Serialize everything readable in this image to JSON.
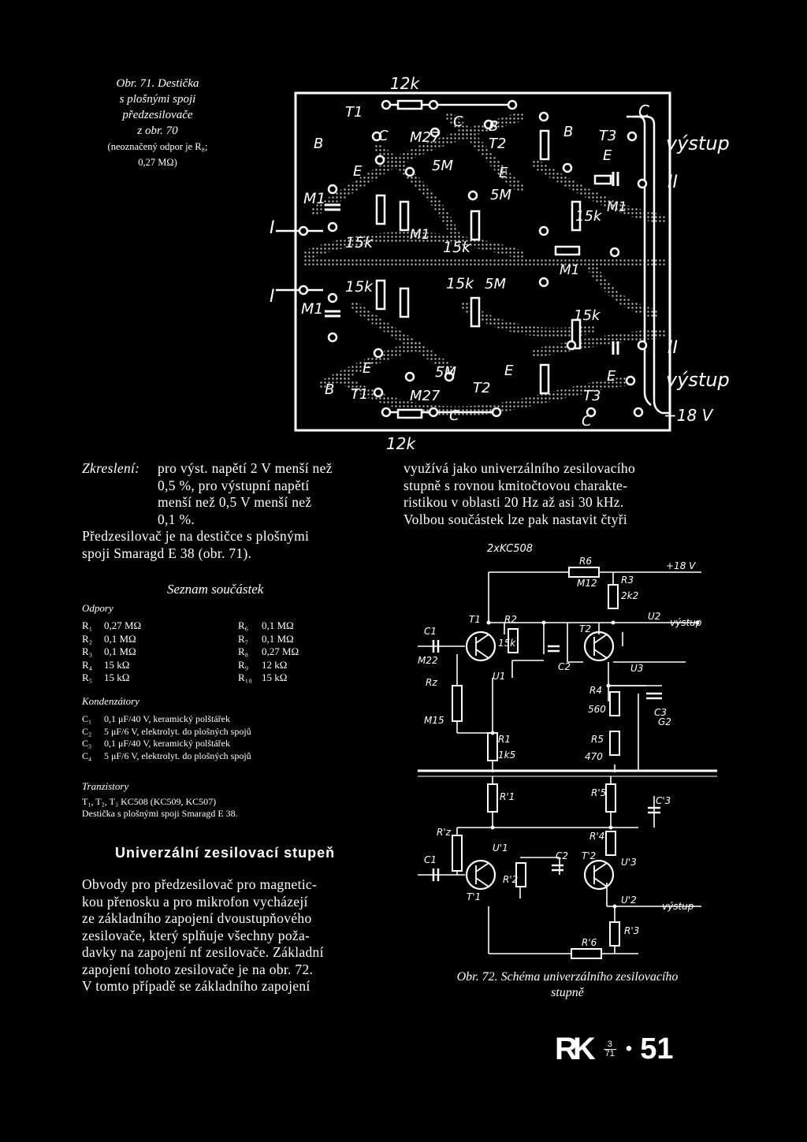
{
  "fig71": {
    "caption_line1": "Obr. 71. Destička",
    "caption_line2": "s plošnými spoji",
    "caption_line3": "předzesilovače",
    "caption_line4": "z obr. 70",
    "caption_note1": "(neoznačený odpor je R₈;",
    "caption_note2": "0,27 MΩ)",
    "labels": {
      "top_12k": "12k",
      "bottom_12k": "12k",
      "vystup_top": "výstup",
      "vystup_bottom": "výstup",
      "out_II_top": "II",
      "out_II_bottom": "II",
      "in_I_top": "I",
      "in_I_bottom": "I",
      "plus18": "+18 V",
      "m1": "M1",
      "k15": "15k",
      "m27": "M27",
      "m5": "5M",
      "t1": "T1",
      "t2": "T2",
      "t3": "T3",
      "b": "B",
      "c": "C",
      "e": "E"
    }
  },
  "left_column": {
    "zkresleni_label": "Zkreslení:",
    "zkresleni_lines": [
      "pro výst. napětí 2 V menší než",
      "0,5 %, pro výstupní napětí",
      "menší než 0,5 V menší než",
      "0,1 %."
    ],
    "predzesilovac_lines": [
      "Předzesilovač je na destičce s plošnými",
      "spoji Smaragd E 38 (obr. 71)."
    ],
    "seznam_title": "Seznam součástek",
    "odpory_title": "Odpory",
    "odpory": [
      {
        "l": "R₁",
        "lv": "0,27 MΩ",
        "r": "R₆",
        "rv": "0,1 MΩ"
      },
      {
        "l": "R₂",
        "lv": "0,1 MΩ",
        "r": "R₇",
        "rv": "0,1 MΩ"
      },
      {
        "l": "R₃",
        "lv": "0,1 MΩ",
        "r": "R₈",
        "rv": "0,27 MΩ"
      },
      {
        "l": "R₄",
        "lv": "15 kΩ",
        "r": "R₉",
        "rv": "12 kΩ"
      },
      {
        "l": "R₅",
        "lv": "15 kΩ",
        "r": "R₁₀",
        "rv": "15 kΩ"
      }
    ],
    "kondenzatory_title": "Kondenzátory",
    "kondenzatory": [
      {
        "n": "C₁",
        "v": "0,1 μF/40 V, keramický polštářek"
      },
      {
        "n": "C₂",
        "v": "5 μF/6 V, elektrolyt. do plošných spojů"
      },
      {
        "n": "C₃",
        "v": "0,1 μF/40 V, keramický polštářek"
      },
      {
        "n": "C₄",
        "v": "5 μF/6 V, elektrolyt. do plošných spojů"
      }
    ],
    "tranzistory_title": "Tranzistory",
    "tranzistory_line": "T₁, T₂, T₃  KC508 (KC509, KC507)",
    "desticka_line": "Destička s plošnými spoji Smaragd E 38.",
    "section_title": "Univerzální zesilovací stupeň",
    "paragraph_lines": [
      "Obvody pro předzesilovač pro magnetic-",
      "kou přenosku a pro mikrofon vycházejí",
      "ze základního zapojení dvoustupňového",
      "zesilovače, který splňuje všechny poža-",
      "davky na zapojení nf zesilovače. Základní",
      "zapojení tohoto zesilovače je na obr. 72.",
      "V tomto případě se základního zapojení"
    ]
  },
  "right_column": {
    "paragraph_lines": [
      "využívá jako univerzálního zesilovacího",
      "stupně s rovnou kmitočtovou charakte-",
      "ristikou v oblasti 20 Hz až asi 30 kHz.",
      "Volbou součástek lze pak nastavit čtyři"
    ],
    "schematic_labels": {
      "kc508": "2xKC508",
      "r6": "R6",
      "m12": "M12",
      "r3": "R3",
      "k2k2": "2k2",
      "plus18": "+18 V",
      "u2": "U2",
      "vystup1": "výstup",
      "c1": "C1",
      "m22": "M22",
      "t1": "T1",
      "r2": "R2",
      "k15": "15k",
      "t2": "T2",
      "c2": "C2",
      "rz": "Rz",
      "m15": "M15",
      "u1": "U1",
      "r4": "R4",
      "u3": "U3",
      "k560": "560",
      "c3": "C3",
      "g2": "G2",
      "r1": "R1",
      "k1k5": "1k5",
      "r5": "R5",
      "k470": "470",
      "r1p": "R'1",
      "r5p": "R'5",
      "c3p": "C'3",
      "rzp": "R'z",
      "r4p": "R'4",
      "u1p": "U'1",
      "c1p": "C1",
      "t2p": "T'2",
      "u3p": "U'3",
      "r2p": "R'2",
      "c2p": "C2",
      "t1p": "T'1",
      "u2p": "U'2",
      "vystup2": "výstup",
      "r3p": "R'3",
      "r6p": "R'6"
    },
    "caption_line1": "Obr. 72. Schéma univerzálního zesilovacího",
    "caption_line2": "stupně"
  },
  "footer": {
    "logo": "RK",
    "issue_num": "3",
    "issue_year": "71",
    "page_number": "51"
  }
}
